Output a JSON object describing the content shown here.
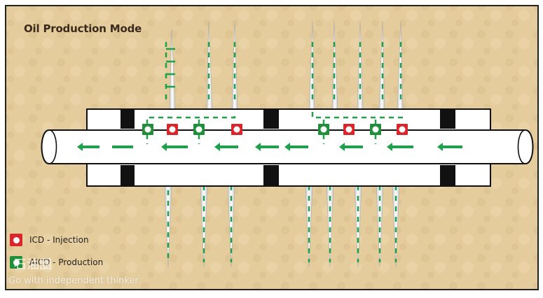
{
  "title": "Oil Production Mode",
  "legend": {
    "injection_label": "ICD - Injection",
    "production_label": "AICD - Production"
  },
  "watermark": {
    "logo_text": "石油圈",
    "tagline": "Go with independent thinker"
  },
  "colors": {
    "background": "#e6cfa0",
    "flow_green": "#1fa04a",
    "icd_red": "#d8262a",
    "aicd_green": "#1f8f3a",
    "packer": "#111111",
    "pipe": "#ffffff"
  }
}
